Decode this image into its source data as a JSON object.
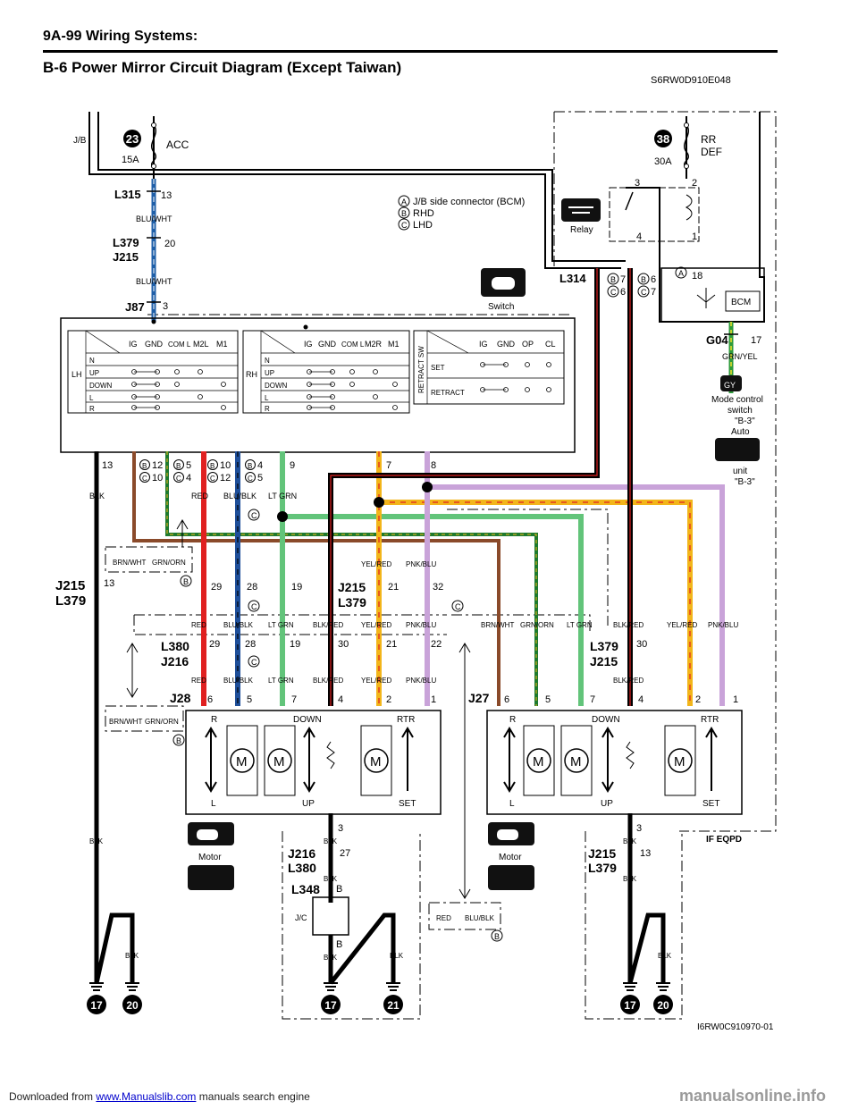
{
  "header": {
    "page_label": "9A-99   Wiring Systems:"
  },
  "title": "B-6 Power Mirror Circuit Diagram (Except Taiwan)",
  "doc_code": "S6RW0D910E048",
  "figure_code": "I6RW0C910970-01",
  "footer": {
    "prefix": "Downloaded from ",
    "link": "www.Manualslib.com",
    "suffix": "  manuals search engine",
    "site": "manualsonline.info"
  },
  "legend": {
    "a": "J/B side connector (BCM)",
    "b": "RHD",
    "c": "LHD"
  },
  "fuses": {
    "left": {
      "number": "23",
      "amps": "15A",
      "name": "ACC",
      "box": "J/B"
    },
    "right": {
      "number": "38",
      "amps": "30A",
      "name_line1": "RR",
      "name_line2": "DEF"
    }
  },
  "connectors": {
    "l315": "L315",
    "l315_pin": "13",
    "l379_top": "L379",
    "j215_top": "J215",
    "l379_top_pin": "20",
    "j87": "J87",
    "j87_pin": "3",
    "l314": "L314",
    "g04": "G04",
    "g04_pin": "17",
    "j215_mid": "J215",
    "l379_mid": "L379",
    "mid_pin": "13",
    "j215_c": "J215",
    "l379_c": "L379",
    "l380": "L380",
    "j216": "J216",
    "j28": "J28",
    "j27": "J27",
    "l379_r": "L379",
    "j215_r": "J215",
    "j216_b": "J216",
    "l380_b": "L380",
    "j216_b_pin": "27",
    "l348": "L348",
    "l348_pin": "B",
    "l348_pin2": "B",
    "j215_b": "J215",
    "l379_b": "L379",
    "j215_b_pin": "13",
    "jc": "J/C"
  },
  "wire_colors": {
    "blu_wht": "BLU/WHT",
    "grn_yel": "GRN/YEL",
    "blk": "BLK",
    "red": "RED",
    "blu_blk": "BLU/BLK",
    "lt_grn": "LT GRN",
    "blk_red": "BLK/RED",
    "yel_red": "YEL/RED",
    "pnk_blu": "PNK/BLU",
    "brn_wht": "BRN/WHT",
    "grn_orn": "GRN/ORN"
  },
  "relay": {
    "label": "Relay",
    "pins": [
      "3",
      "2",
      "4",
      "1"
    ]
  },
  "bcm": {
    "label": "BCM",
    "pin": "18"
  },
  "switch_label": "Switch",
  "motor_label": "Motor",
  "mode_control": {
    "line1": "Mode control",
    "line2": "switch",
    "ref1": "\"B-3\"",
    "auto": "Auto",
    "unit": "unit",
    "ref2": "\"B-3\""
  },
  "switch_table": {
    "lh": {
      "side": "LH",
      "cols": [
        "IG",
        "GND",
        "COM L",
        "M2L",
        "M1"
      ],
      "rows": [
        "N",
        "UP",
        "DOWN",
        "L",
        "R"
      ]
    },
    "rh": {
      "side": "RH",
      "cols": [
        "IG",
        "GND",
        "COM L",
        "M2R",
        "M1"
      ],
      "rows": [
        "N",
        "UP",
        "DOWN",
        "L",
        "R"
      ]
    },
    "retract": {
      "side": "RETRACT SW",
      "cols": [
        "IG",
        "GND",
        "OP",
        "CL"
      ],
      "rows": [
        "SET",
        "RETRACT"
      ]
    }
  },
  "motor_labels": {
    "r": "R",
    "l": "L",
    "down": "DOWN",
    "up": "UP",
    "rtr": "RTR",
    "set": "SET",
    "m": "M"
  },
  "if_eqpd": "IF EQPD",
  "ground_numbers": [
    "17",
    "20",
    "17",
    "21",
    "17",
    "20"
  ],
  "pins": {
    "sw_13": "13",
    "sw_9": "9",
    "sw_7": "7",
    "sw_8": "8",
    "b12": "12",
    "c10": "10",
    "b5": "5",
    "c4": "4",
    "b10": "10",
    "c12": "12",
    "b4": "4",
    "c5": "5",
    "mid_29": "29",
    "mid_28": "28",
    "mid_19": "19",
    "mid_21": "21",
    "mid_32": "32",
    "j216_29": "29",
    "j216_28": "28",
    "j216_19": "19",
    "j216_30": "30",
    "j216_21": "21",
    "j216_22": "22",
    "r_30": "30",
    "l314_b": "7",
    "l314_c": "6",
    "l314_b2": "6",
    "l314_c2": "7",
    "j28_pins": [
      "6",
      "5",
      "7",
      "4",
      "2",
      "1"
    ],
    "j27_pins": [
      "6",
      "5",
      "7",
      "4",
      "2",
      "1"
    ],
    "gnd3": "3"
  },
  "colors": {
    "blue": "#1f5fa8",
    "green": "#3aa655",
    "red": "#e02020",
    "yellow": "#f2b51a",
    "pink": "#c9a3d9",
    "brown": "#8a4a2a",
    "darkgreen": "#1e7a2e",
    "ltgreen": "#62c47a"
  }
}
